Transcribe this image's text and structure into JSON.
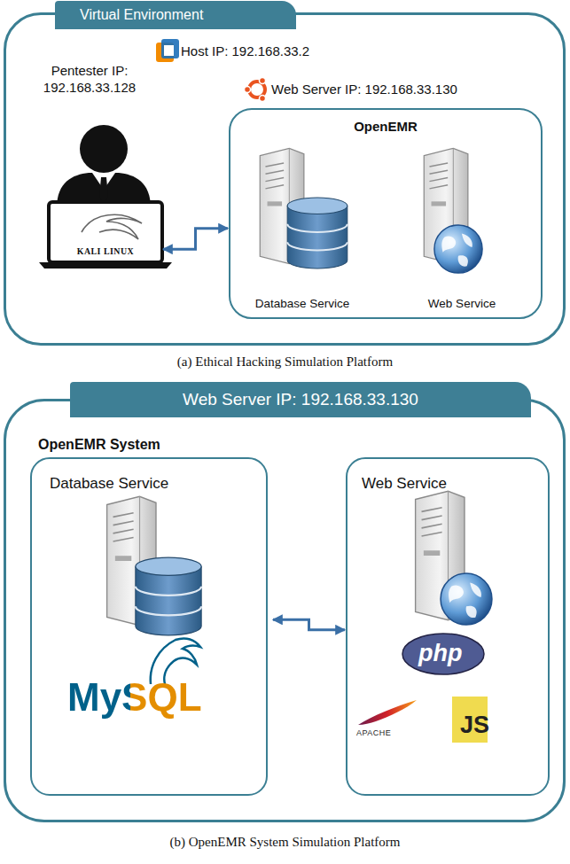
{
  "diagram": {
    "nodes": [
      {
        "text": [
          "Virtual Environment"
        ]
      },
      {
        "text": [
          "KALI LINUX"
        ],
        "in": 0
      },
      {
        "text": [
          "OpenEMR"
        ],
        "in": 0
      },
      {
        "text": [
          "Database Service"
        ],
        "in": 2
      },
      {
        "text": [
          "Web Service"
        ],
        "in": 2
      },
      {
        "text": [
          "Web Server IP: 192.168.33.130",
          "OpenEMR System"
        ]
      },
      {
        "text": [
          "Database Service"
        ],
        "in": 5
      },
      {
        "text": [
          "Web Service"
        ],
        "in": 5
      }
    ],
    "edges": [
      {
        "from": 1,
        "to": 2,
        "arrow": "both"
      },
      {
        "from": 6,
        "to": 7,
        "arrow": "both"
      }
    ],
    "labels": [
      "Host IP: 192.168.33.2",
      "Pentester IP: 192.168.33.128",
      "Web Server IP: 192.168.33.130",
      "(a) Ethical Hacking Simulation Platform",
      "MySQL",
      "php",
      "APACHE",
      "JS",
      "(b) OpenEMR System Simulation Platform"
    ]
  }
}
